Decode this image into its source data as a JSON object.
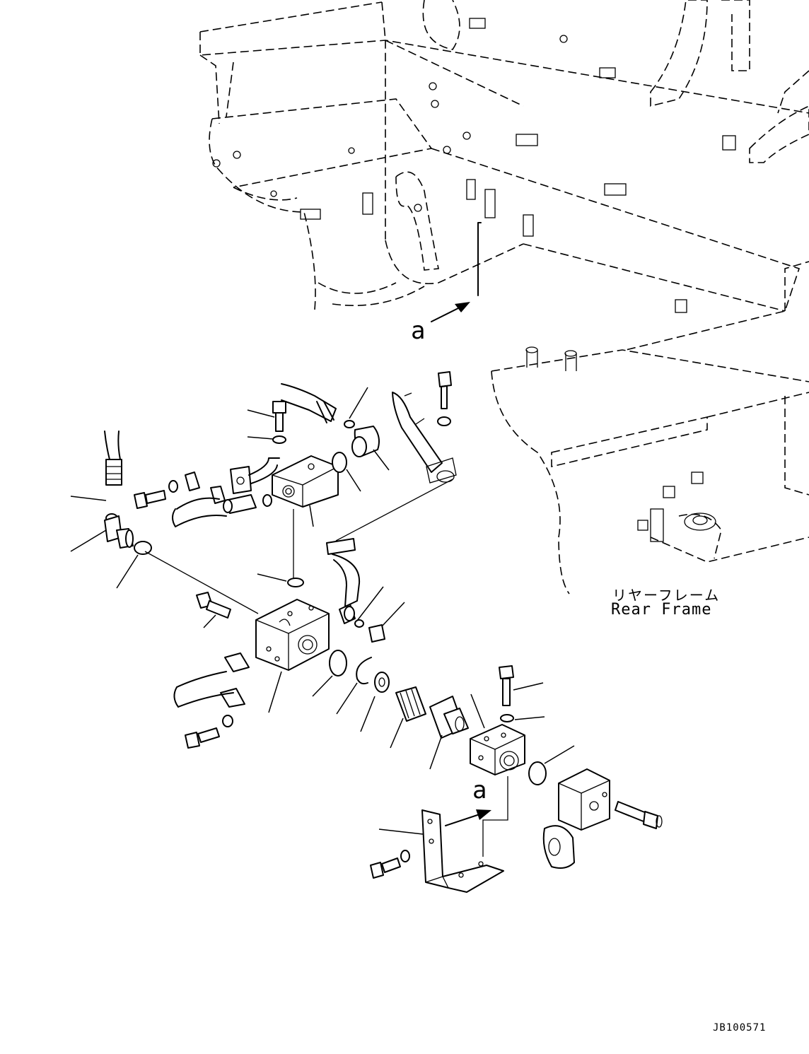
{
  "drawing": {
    "view_label_top": "a",
    "view_label_bottom": "a",
    "frame_label_jp": "リヤーフレーム",
    "frame_label_en": "Rear Frame",
    "drawing_code": "JB100571"
  }
}
